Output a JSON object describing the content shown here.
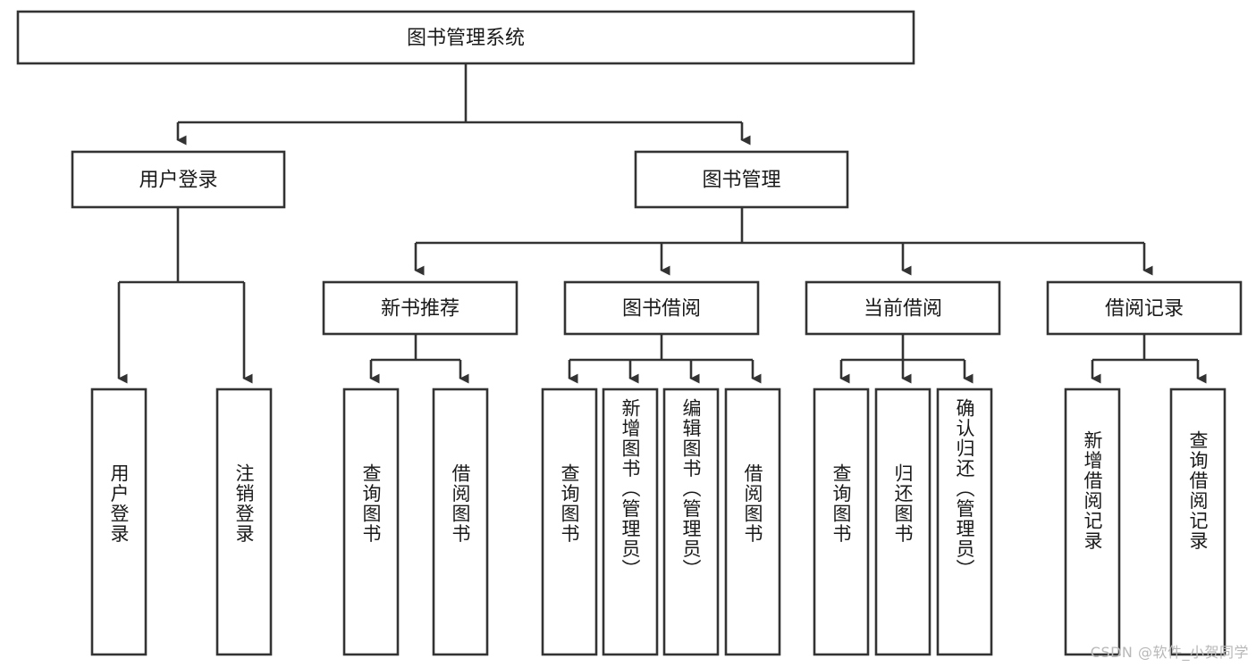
{
  "diagram": {
    "type": "tree",
    "title": "图书管理系统",
    "watermark": "CSDN @软件_小贺同学",
    "colors": {
      "box_stroke": "#333333",
      "box_fill": "#ffffff",
      "text": "#1a1a1a",
      "background": "#ffffff",
      "watermark": "#b8b8b8"
    },
    "root": {
      "id": "root",
      "label": "图书管理系统",
      "orientation": "horizontal"
    },
    "level2": [
      {
        "id": "user-login",
        "label": "用户登录",
        "orientation": "horizontal"
      },
      {
        "id": "book-manage",
        "label": "图书管理",
        "orientation": "horizontal"
      }
    ],
    "level3": [
      {
        "id": "new-book-recommend",
        "label": "新书推荐",
        "orientation": "horizontal",
        "parent": "book-manage"
      },
      {
        "id": "book-borrow",
        "label": "图书借阅",
        "orientation": "horizontal",
        "parent": "book-manage"
      },
      {
        "id": "current-borrow",
        "label": "当前借阅",
        "orientation": "horizontal",
        "parent": "book-manage"
      },
      {
        "id": "borrow-record",
        "label": "借阅记录",
        "orientation": "horizontal",
        "parent": "book-manage"
      }
    ],
    "leaves": [
      {
        "id": "leaf-user-login",
        "label": "用户登录",
        "orientation": "vertical",
        "parent": "user-login"
      },
      {
        "id": "leaf-logout-login",
        "label": "注销登录",
        "orientation": "vertical",
        "parent": "user-login"
      },
      {
        "id": "leaf-query-book-1",
        "label": "查询图书",
        "orientation": "vertical",
        "parent": "new-book-recommend"
      },
      {
        "id": "leaf-borrow-book-1",
        "label": "借阅图书",
        "orientation": "vertical",
        "parent": "new-book-recommend"
      },
      {
        "id": "leaf-query-book-2",
        "label": "查询图书",
        "orientation": "vertical",
        "parent": "book-borrow"
      },
      {
        "id": "leaf-add-book",
        "label": "新增图书（管理员）",
        "orientation": "vertical",
        "parent": "book-borrow"
      },
      {
        "id": "leaf-edit-book",
        "label": "编辑图书（管理员）",
        "orientation": "vertical",
        "parent": "book-borrow"
      },
      {
        "id": "leaf-borrow-book-2",
        "label": "借阅图书",
        "orientation": "vertical",
        "parent": "book-borrow"
      },
      {
        "id": "leaf-query-book-3",
        "label": "查询图书",
        "orientation": "vertical",
        "parent": "current-borrow"
      },
      {
        "id": "leaf-return-book",
        "label": "归还图书",
        "orientation": "vertical",
        "parent": "current-borrow"
      },
      {
        "id": "leaf-confirm-return",
        "label": "确认归还（管理员）",
        "orientation": "vertical",
        "parent": "current-borrow"
      },
      {
        "id": "leaf-add-borrow-record",
        "label": "新增借阅记录",
        "orientation": "vertical",
        "parent": "borrow-record"
      },
      {
        "id": "leaf-query-borrow-record",
        "label": "查询借阅记录",
        "orientation": "vertical",
        "parent": "borrow-record"
      }
    ]
  }
}
